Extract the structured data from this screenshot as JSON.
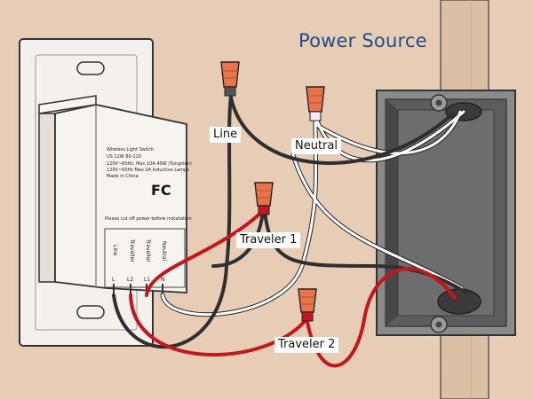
{
  "title": "Power Source",
  "labels": {
    "line": "Line",
    "neutral": "Neutral",
    "traveler1": "Traveler 1",
    "traveler2": "Traveler 2"
  },
  "device": {
    "info_lines": [
      "Wireless Light Switch",
      "US 12W 80-120",
      "120V~60Hz, Max 10A 40W (Tungsten)",
      "120V~60Hz Max 2A Inductive Lamps",
      "Made in China"
    ],
    "fc_mark": "FC",
    "warning": "Please cut off power before installation",
    "terminal_names": [
      "Line",
      "Traveller",
      "Traveller",
      "Neutral"
    ],
    "terminal_codes": [
      "L",
      "L2",
      "L1",
      "N"
    ]
  },
  "colors": {
    "background": "#e7cdb5",
    "title": "#1d4f86",
    "wire_black": "#2f2f2f",
    "wire_red": "#c4161c",
    "wire_white": "#ffffff",
    "wire_nut": "#e8744c",
    "box": "#7b7b7b"
  }
}
